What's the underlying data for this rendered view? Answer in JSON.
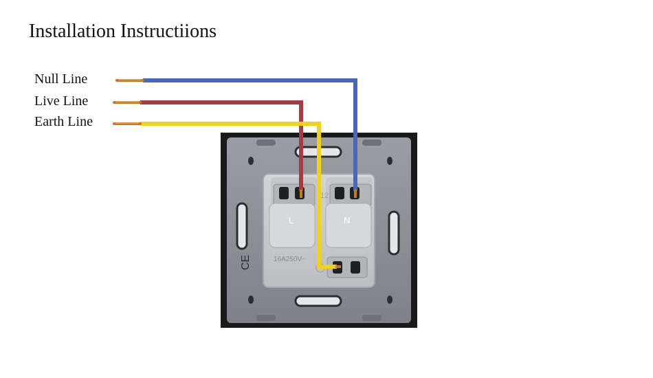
{
  "title": "Installation Instructiions",
  "wires": [
    {
      "label": "Null Line",
      "color": "#4a67b8"
    },
    {
      "label": "Live Line",
      "color": "#a63d44"
    },
    {
      "label": "Earth Line",
      "color": "#f0d21a"
    }
  ],
  "socket": {
    "terminal_left": "L",
    "terminal_right": "N",
    "rating": "16A250V~",
    "model_code": "12"
  },
  "colors": {
    "frame": "#1a1a1a",
    "plate": "#8e9196",
    "module": "#c9cbcf",
    "copper": "#c9781e"
  }
}
